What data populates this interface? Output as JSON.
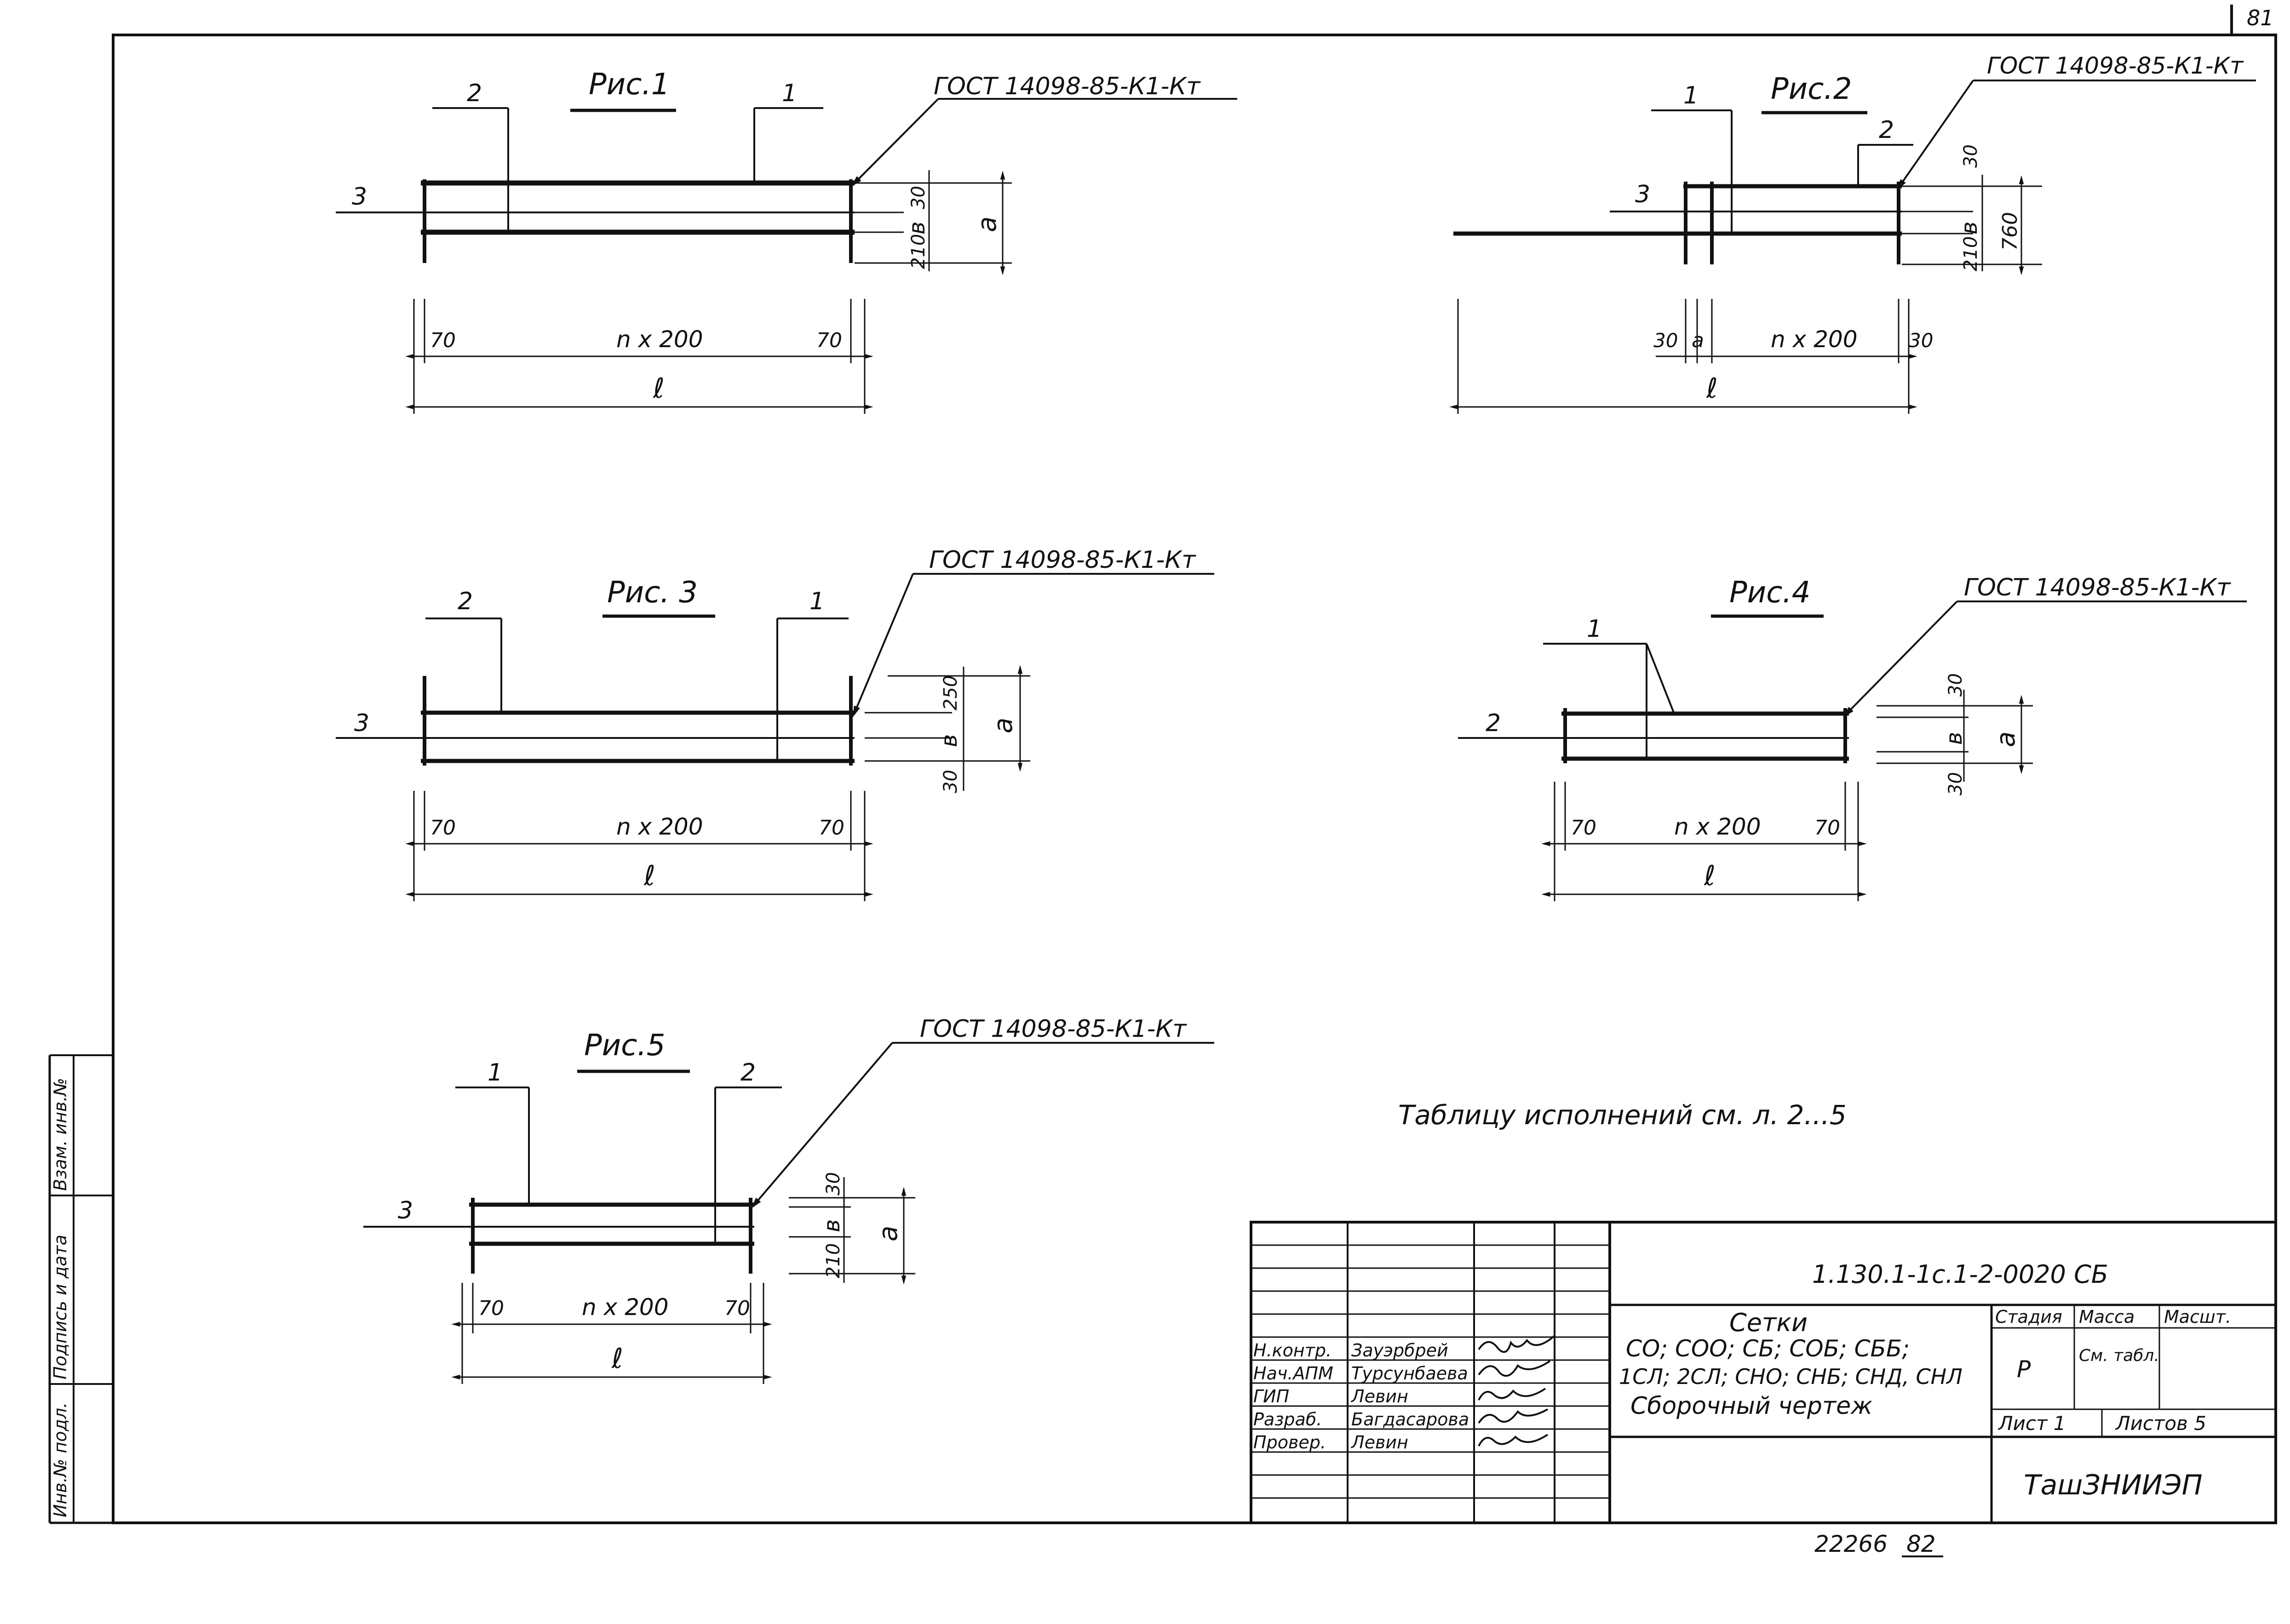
{
  "sheet": {
    "page_number": "81",
    "archive_number": "22266",
    "archive_suffix": "82",
    "note": "Таблицу исполнений см. л. 2...5"
  },
  "figures": [
    {
      "title": "Рис.1",
      "standard": "ГОСТ 14098-85-К1-Кт",
      "callouts": [
        "1",
        "2",
        "3"
      ],
      "dims_vertical": [
        "30",
        "в",
        "210",
        "а"
      ],
      "dims_horizontal": [
        "70",
        "n x 200",
        "70",
        "ℓ"
      ]
    },
    {
      "title": "Рис.2",
      "standard": "ГОСТ 14098-85-К1-Кт",
      "callouts": [
        "1",
        "2",
        "3"
      ],
      "dims_vertical": [
        "30",
        "в",
        "210",
        "760"
      ],
      "dims_horizontal": [
        "30",
        "а",
        "n x 200",
        "30",
        "ℓ"
      ]
    },
    {
      "title": "Рис. 3",
      "standard": "ГОСТ 14098-85-К1-Кт",
      "callouts": [
        "1",
        "2",
        "3"
      ],
      "dims_vertical": [
        "250",
        "в",
        "30",
        "а"
      ],
      "dims_horizontal": [
        "70",
        "n x 200",
        "70",
        "ℓ"
      ]
    },
    {
      "title": "Рис.4",
      "standard": "ГОСТ 14098-85-К1-Кт",
      "callouts": [
        "1",
        "2"
      ],
      "dims_vertical": [
        "30",
        "в",
        "30",
        "а"
      ],
      "dims_horizontal": [
        "70",
        "n x 200",
        "70",
        "ℓ"
      ]
    },
    {
      "title": "Рис.5",
      "standard": "ГОСТ 14098-85-К1-Кт",
      "callouts": [
        "1",
        "2",
        "3"
      ],
      "dims_vertical": [
        "30",
        "в",
        "210",
        "а"
      ],
      "dims_horizontal": [
        "70",
        "n x 200",
        "70",
        "ℓ"
      ]
    }
  ],
  "side_stamp": [
    "Инв.№ подл.",
    "Подпись и дата",
    "Взам. инв.№"
  ],
  "title_block": {
    "doc_code": "1.130.1-1с.1-2-0020 СБ",
    "title_lines": [
      "Сетки",
      "СО; СОО; СБ; СОБ; СББ;",
      "1СЛ; 2СЛ; СНО; СНБ; СНД, СНЛ",
      "Сборочный чертеж"
    ],
    "stage_header": "Стадия",
    "mass_header": "Масса",
    "scale_header": "Масшт.",
    "stage_value": "Р",
    "mass_value": "См. табл.",
    "sheet_label": "Лист 1",
    "sheets_label": "Листов 5",
    "organization": "ТашЗНИИЭП",
    "signatures": [
      {
        "role": "Н.контр.",
        "name": "Зауэрбрей"
      },
      {
        "role": "Нач.АПМ",
        "name": "Турсунбаева"
      },
      {
        "role": "ГИП",
        "name": "Левин"
      },
      {
        "role": "Разраб.",
        "name": "Багдасарова"
      },
      {
        "role": "Провер.",
        "name": "Левин"
      }
    ]
  }
}
